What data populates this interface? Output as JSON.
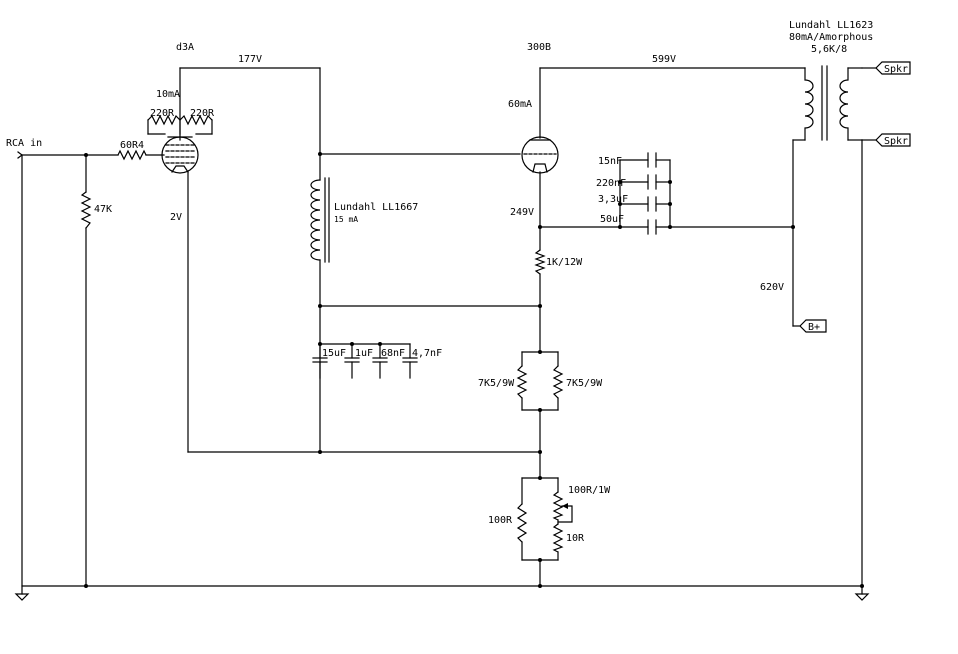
{
  "tubes": {
    "driver": {
      "name": "d3A",
      "plate_voltage": "177V",
      "plate_current": "10mA",
      "cathode_voltage": "2V"
    },
    "output": {
      "name": "300B",
      "plate_voltage": "599V",
      "plate_current": "60mA",
      "cathode_voltage": "249V"
    }
  },
  "input": {
    "label": "RCA in",
    "grid_resistor": "60R4",
    "grid_leak": "47K"
  },
  "driver_g2": {
    "r1": "220R",
    "r2": "220R"
  },
  "interstage": {
    "name": "Lundahl LL1667",
    "current": "15 mA"
  },
  "output_transformer": {
    "line1": "Lundahl LL1623",
    "line2": "80mA/Amorphous",
    "line3": "5,6K/8",
    "spkr1": "Spkr",
    "spkr2": "Spkr"
  },
  "bypass_caps": [
    "15nF",
    "220nF",
    "3,3uF",
    "50uF"
  ],
  "supply": {
    "voltage": "620V",
    "terminal": "B+"
  },
  "cathode_resistor": "1K/12W",
  "decoupling_caps": [
    "15uF",
    "1uF",
    "68nF",
    "4,7nF"
  ],
  "bias_resistors": {
    "left": "7K5/9W",
    "right": "7K5/9W"
  },
  "bottom_network": {
    "fixed": "100R",
    "pot": "100R/1W",
    "series": "10R"
  }
}
